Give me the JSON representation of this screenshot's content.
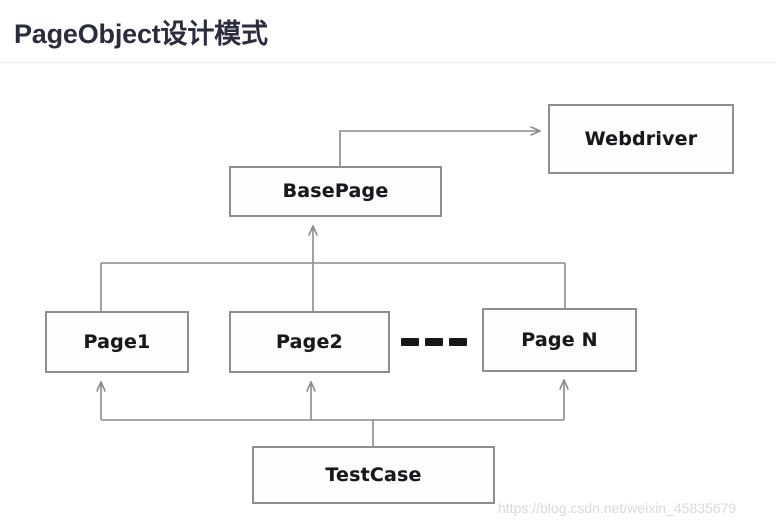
{
  "page": {
    "title": "PageObject设计模式",
    "watermark": "https://blog.csdn.net/weixin_45835679",
    "background_color": "#ffffff",
    "title_color": "#2b2d3f",
    "rule_color": "#eceff1",
    "box_border_color": "#8e8e8e",
    "connector_color": "#8b8b8b",
    "dash_color": "#15171a",
    "watermark_color": "#d8dade"
  },
  "diagram": {
    "type": "class-hierarchy",
    "nodes": [
      {
        "id": "webdriver",
        "label": "Webdriver"
      },
      {
        "id": "basepage",
        "label": "BasePage"
      },
      {
        "id": "page1",
        "label": "Page1"
      },
      {
        "id": "page2",
        "label": "Page2"
      },
      {
        "id": "pagen",
        "label": "Page N"
      },
      {
        "id": "testcase",
        "label": "TestCase"
      }
    ],
    "ellipsis": {
      "between": [
        "page2",
        "pagen"
      ],
      "dash_count": 3
    },
    "edges": [
      {
        "from": "basepage",
        "to": "webdriver",
        "style": "elbow-right",
        "arrow": "to"
      },
      {
        "from": "page1",
        "to": "basepage",
        "style": "bus-up",
        "arrow": "to"
      },
      {
        "from": "page2",
        "to": "basepage",
        "style": "bus-up",
        "arrow": "to"
      },
      {
        "from": "pagen",
        "to": "basepage",
        "style": "bus-up",
        "arrow": "to"
      },
      {
        "from": "testcase",
        "to": "page1",
        "style": "bus-up",
        "arrow": "to"
      },
      {
        "from": "testcase",
        "to": "page2",
        "style": "bus-up",
        "arrow": "to"
      },
      {
        "from": "testcase",
        "to": "pagen",
        "style": "bus-up",
        "arrow": "to"
      }
    ]
  }
}
